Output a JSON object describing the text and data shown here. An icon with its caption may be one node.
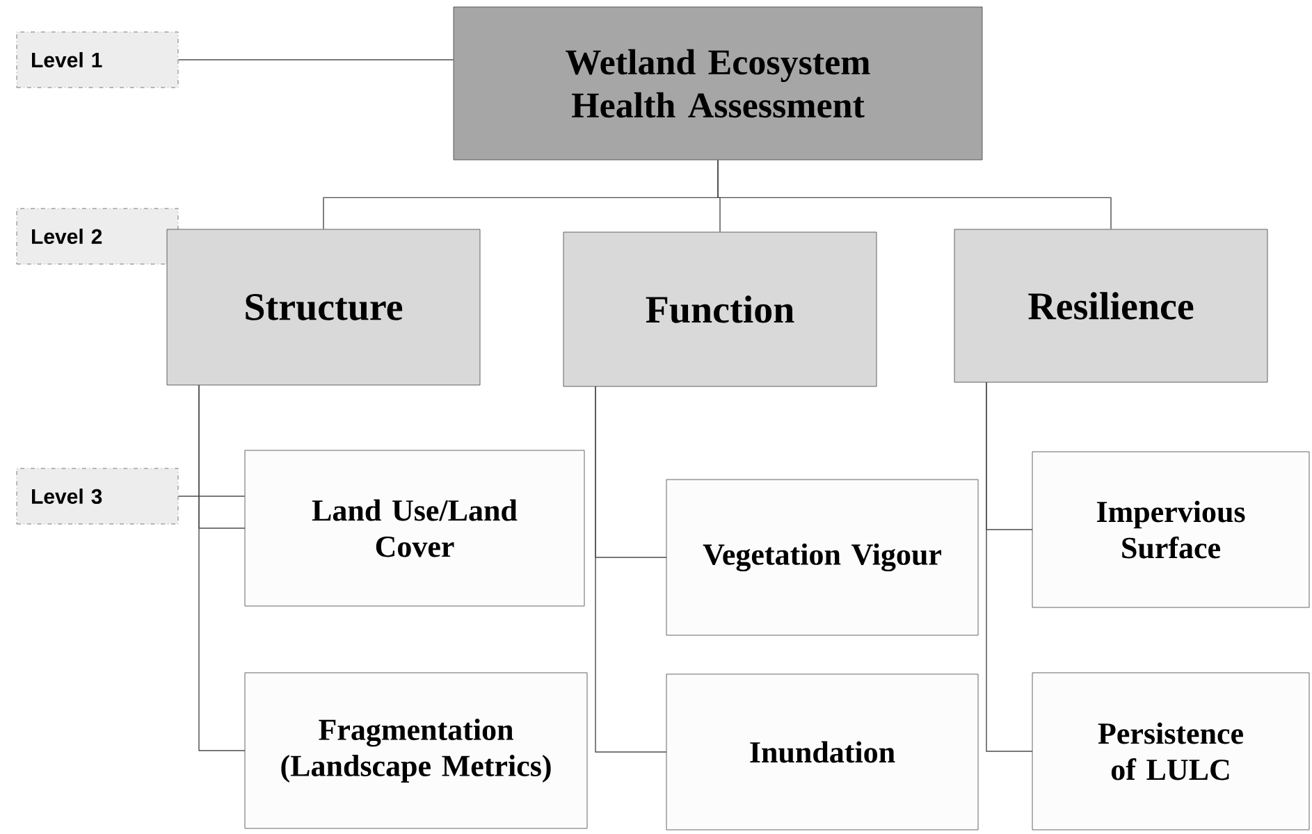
{
  "diagram": {
    "nodes": [
      {
        "text": [
          "Level 1"
        ]
      },
      {
        "text": [
          "Wetland Ecosystem Health Assessment"
        ]
      },
      {
        "text": [
          "Level 2"
        ]
      },
      {
        "text": [
          "Structure"
        ]
      },
      {
        "text": [
          "Function"
        ]
      },
      {
        "text": [
          "Resilience"
        ]
      },
      {
        "text": [
          "Level 3"
        ]
      },
      {
        "text": [
          "Land Use/Land Cover"
        ]
      },
      {
        "text": [
          "Vegetation Vigour"
        ]
      },
      {
        "text": [
          "Impervious Surface"
        ]
      },
      {
        "text": [
          "Fragmentation (Landscape Metrics)"
        ]
      },
      {
        "text": [
          "Inundation"
        ]
      },
      {
        "text": [
          "Persistence of LULC"
        ]
      }
    ],
    "edges": [
      {
        "from": 0,
        "to": 1,
        "arrow": "none"
      },
      {
        "from": 1,
        "to": 3,
        "arrow": "none"
      },
      {
        "from": 1,
        "to": 4,
        "arrow": "none"
      },
      {
        "from": 1,
        "to": 5,
        "arrow": "none"
      },
      {
        "from": 6,
        "to": 7,
        "arrow": "none"
      },
      {
        "from": 3,
        "to": 7,
        "arrow": "none"
      },
      {
        "from": 3,
        "to": 10,
        "arrow": "none"
      },
      {
        "from": 4,
        "to": 8,
        "arrow": "none"
      },
      {
        "from": 4,
        "to": 11,
        "arrow": "none"
      },
      {
        "from": 5,
        "to": 9,
        "arrow": "none"
      },
      {
        "from": 5,
        "to": 12,
        "arrow": "none"
      }
    ]
  }
}
